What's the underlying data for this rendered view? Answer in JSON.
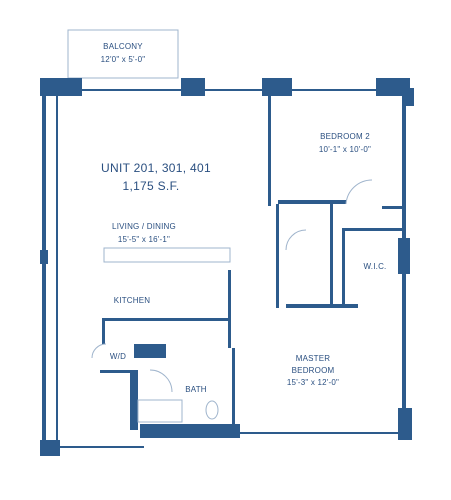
{
  "plan": {
    "unit_title": "UNIT 201, 301, 401",
    "area": "1,175 S.F.",
    "wall_color": "#2d5b8c",
    "text_color": "#2a4f80"
  },
  "rooms": {
    "balcony": {
      "name": "BALCONY",
      "dims": "12'0\" x 5'-0\""
    },
    "bedroom2": {
      "name": "BEDROOM 2",
      "dims": "10'-1\" x 10'-0\""
    },
    "living_dining": {
      "name": "LIVING / DINING",
      "dims": "15'-5\" x 16'-1\""
    },
    "kitchen": {
      "name": "KITCHEN"
    },
    "wic": {
      "name": "W.I.C."
    },
    "wd": {
      "name": "W/D"
    },
    "bath": {
      "name": "BATH"
    },
    "master_bedroom": {
      "name": "MASTER",
      "name2": "BEDROOM",
      "dims": "15'-3\" x 12'-0\""
    }
  }
}
